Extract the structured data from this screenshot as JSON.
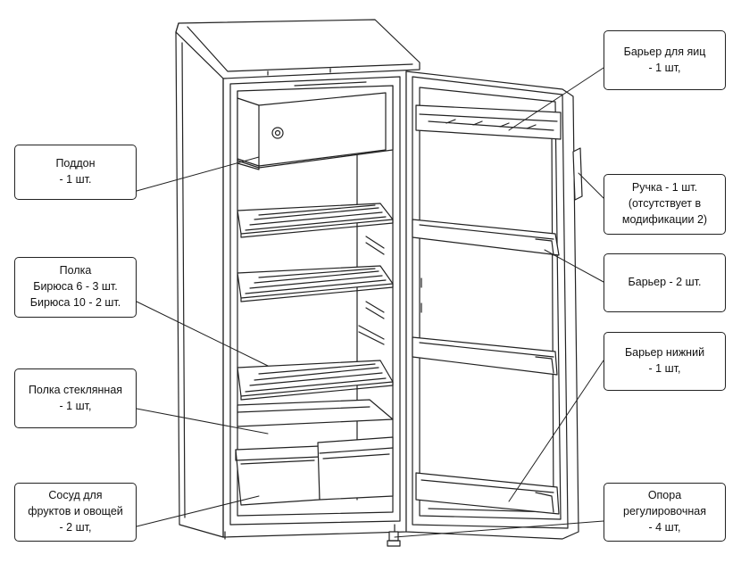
{
  "labels": {
    "tray": {
      "lines": [
        "Поддон",
        "- 1 шт."
      ]
    },
    "shelf": {
      "lines": [
        "Полка",
        "Бирюса 6 - 3 шт.",
        "Бирюса 10 - 2 шт."
      ]
    },
    "glass_shelf": {
      "lines": [
        "Полка стеклянная",
        "- 1 шт,"
      ]
    },
    "vessel": {
      "lines": [
        "Сосуд  для",
        "фруктов и овощей",
        "- 2 шт,"
      ]
    },
    "egg_barrier": {
      "lines": [
        "Барьер для яиц",
        "- 1 шт,"
      ]
    },
    "handle": {
      "lines": [
        "Ручка - 1 шт.",
        "(отсутствует в",
        "модификации 2)"
      ]
    },
    "barrier": {
      "lines": [
        "Барьер - 2 шт."
      ]
    },
    "bottom_barrier": {
      "lines": [
        "Барьер нижний",
        "- 1 шт,"
      ]
    },
    "leg": {
      "lines": [
        "Опора",
        "регулировочная",
        "- 4 шт,"
      ]
    }
  }
}
